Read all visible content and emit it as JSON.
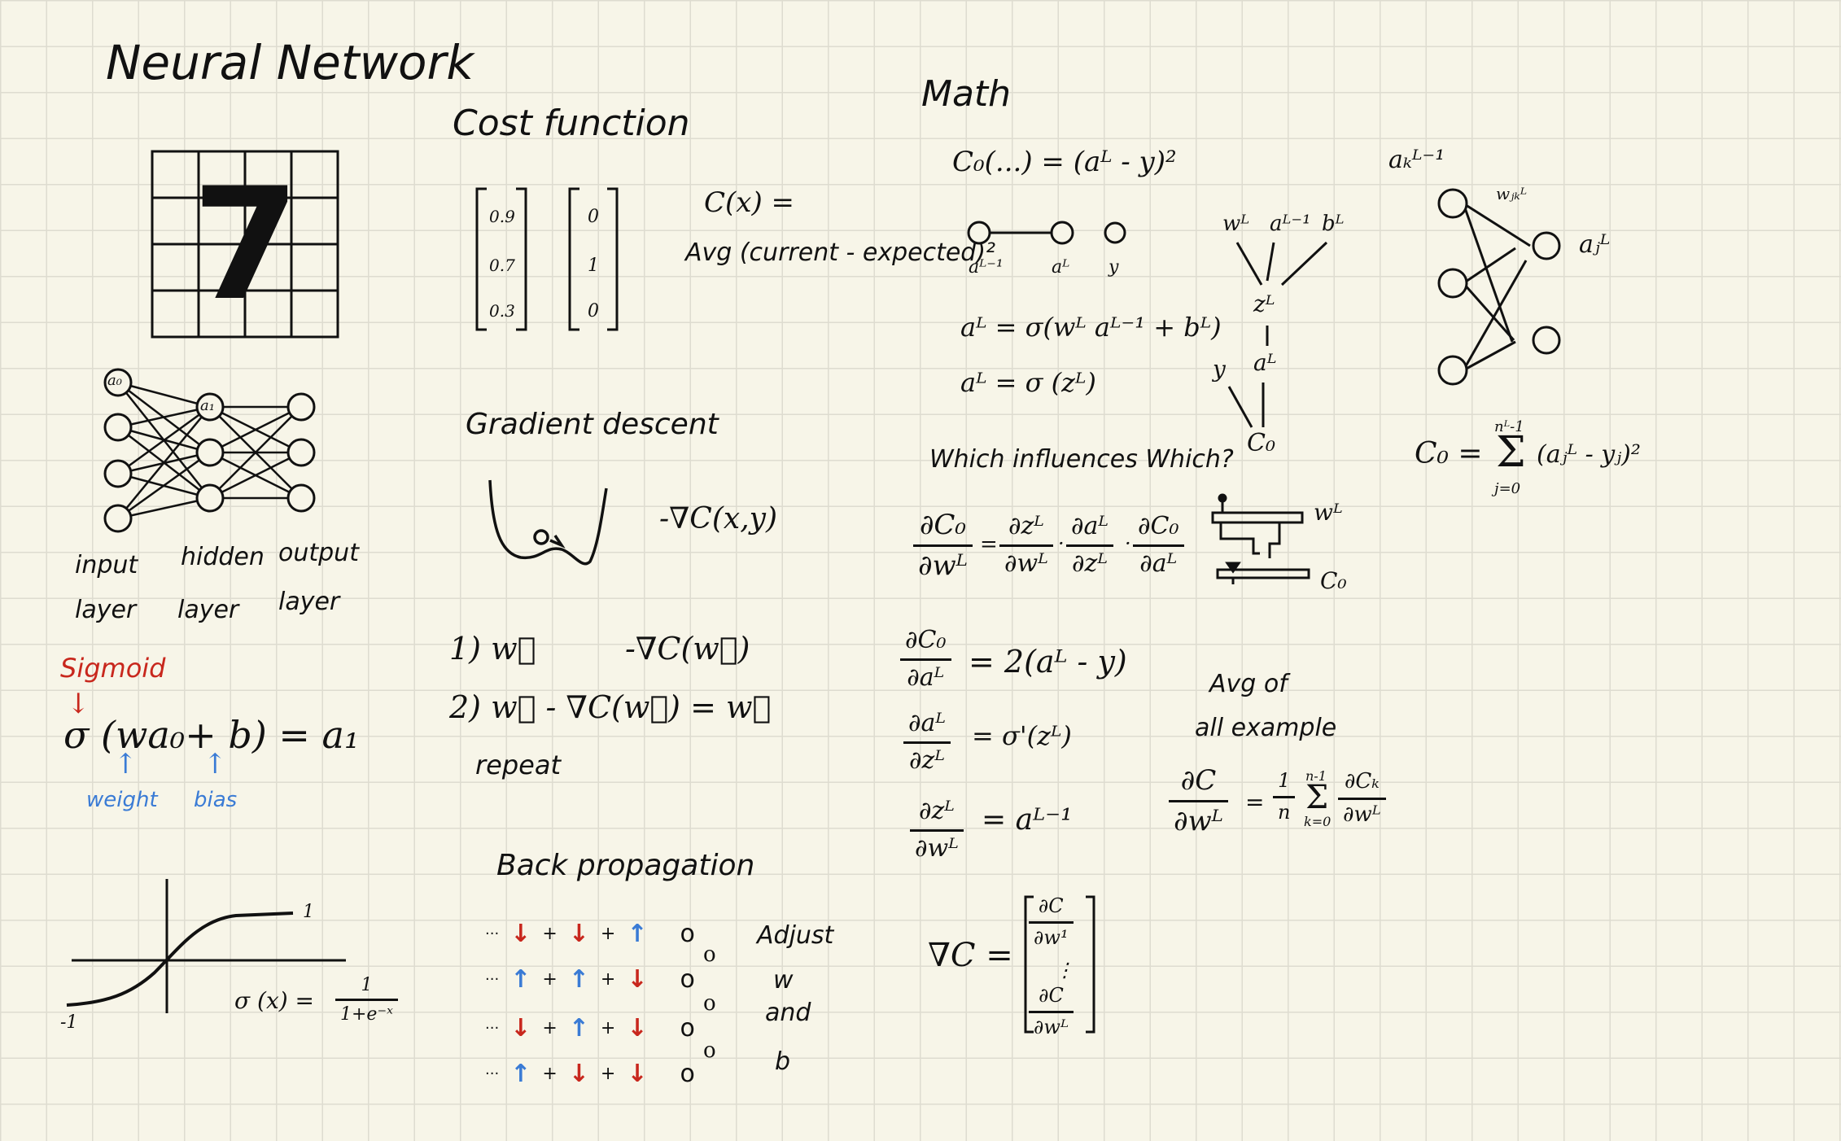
{
  "title": "Neural Network",
  "sections": {
    "cost": "Cost function",
    "math": "Math",
    "gradient": "Gradient descent",
    "backprop": "Back propagation",
    "which": "Which influences Which?"
  },
  "network": {
    "input_label": [
      "input",
      "layer"
    ],
    "hidden_label": [
      "hidden",
      "layer"
    ],
    "output_label": [
      "output",
      "layer"
    ],
    "node_a0": "a₀",
    "node_a1": "a₁"
  },
  "digit": "7",
  "sigmoid": {
    "label": "Sigmoid",
    "formula": "σ (wa₀+ b) = a₁",
    "weight": "weight",
    "bias": "bias",
    "graph_top": "1",
    "graph_left": "-1",
    "def_lhs": "σ (x) =",
    "def_num": "1",
    "def_den": "1+e⁻ˣ"
  },
  "cost": {
    "vec1": [
      "0.9",
      "0.7",
      "0.3"
    ],
    "vec2": [
      "0",
      "1",
      "0"
    ],
    "cx": "C(x) =",
    "avg": "Avg (current - expected)²"
  },
  "gradient": {
    "neg_grad": "-∇C(x,y)",
    "step1": "1) w⃗",
    "step1b": "-∇C(w⃗)",
    "step2": "2) w⃗ - ∇C(w⃗) = w⃗",
    "repeat": "repeat"
  },
  "backprop": {
    "rows": [
      [
        "down-red",
        "down-red",
        "up-blue"
      ],
      [
        "up-blue",
        "up-blue",
        "down-red"
      ],
      [
        "down-red",
        "up-blue",
        "down-red"
      ],
      [
        "up-blue",
        "down-red",
        "down-red"
      ]
    ],
    "adjust": [
      "Adjust",
      "w",
      "and",
      "b"
    ]
  },
  "math": {
    "cost_eq": "C₀(...) = (aᴸ - y)²",
    "chain_labels": [
      "aᴸ⁻¹",
      "aᴸ",
      "y"
    ],
    "act_eq": "aᴸ = σ(wᴸ aᴸ⁻¹ + bᴸ)",
    "act_eq2": "aᴸ = σ (zᴸ)",
    "tree_top": [
      "wᴸ",
      "aᴸ⁻¹",
      "bᴸ"
    ],
    "tree_mid": "zᴸ",
    "tree_a": "aᴸ",
    "tree_y": "y",
    "tree_c": "C₀",
    "deriv_main_lhs": [
      "∂C₀",
      "∂wᴸ"
    ],
    "deriv_main_rhs": [
      [
        "∂zᴸ",
        "∂wᴸ"
      ],
      [
        "∂aᴸ",
        "∂zᴸ"
      ],
      [
        "∂C₀",
        "∂aᴸ"
      ]
    ],
    "d1": [
      "∂C₀",
      "∂aᴸ"
    ],
    "d1_val": "= 2(aᴸ - y)",
    "d2": [
      "∂aᴸ",
      "∂zᴸ"
    ],
    "d2_val": "= σ'(zᴸ)",
    "d3": [
      "∂zᴸ",
      "∂wᴸ"
    ],
    "d3_val": "= aᴸ⁻¹",
    "grad_lhs": "∇C =",
    "grad_vec": [
      [
        "∂C",
        "∂w¹"
      ],
      "⋮",
      [
        "∂C",
        "∂wᴸ"
      ]
    ],
    "avg_label": [
      "Avg of",
      "all example"
    ],
    "avg_lhs": [
      "∂C",
      "∂wᴸ"
    ],
    "avg_mid": "=",
    "avg_coef": [
      "1",
      "n"
    ],
    "avg_sum": "Σ",
    "avg_sum_top": "n-1",
    "avg_sum_bot": "k=0",
    "avg_rhs": [
      "∂Cₖ",
      "∂wᴸ"
    ],
    "lever_w": "wᴸ",
    "lever_c": "C₀",
    "net2_left": "aₖᴸ⁻¹",
    "net2_w": "wⱼₖᴸ",
    "net2_right": "aⱼᴸ",
    "c0_sum": "C₀ =",
    "sum_top": "nᴸ-1",
    "sum_bot": "j=0",
    "sum_body": "(aⱼᴸ - yⱼ)²"
  }
}
